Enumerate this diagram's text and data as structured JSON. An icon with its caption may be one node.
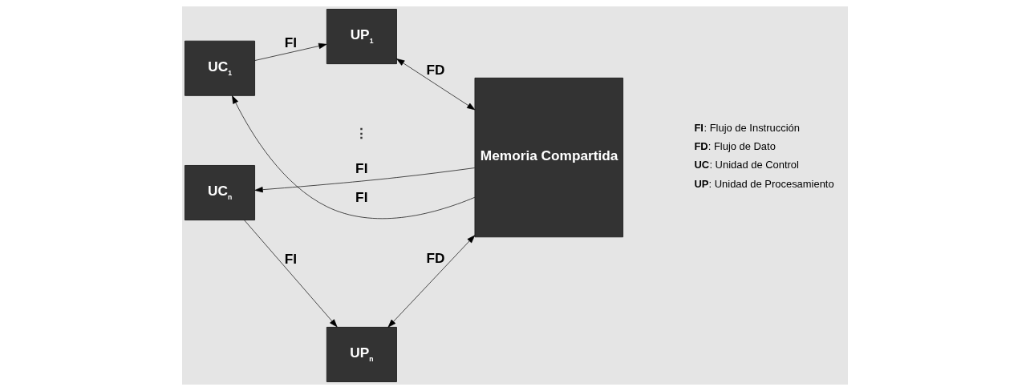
{
  "diagram": {
    "nodes": [
      {
        "text": [
          "UC$_{1}$"
        ]
      },
      {
        "text": [
          "UP$_{1}$"
        ]
      },
      {
        "text": [
          "Memoria Compartida"
        ]
      },
      {
        "text": [
          "UC$_{n}$"
        ]
      },
      {
        "text": [
          "UP$_{n}$"
        ]
      }
    ],
    "edges": [
      {
        "from": 2,
        "to": 0,
        "arrow": "to",
        "label": "FI"
      },
      {
        "from": 0,
        "to": 1,
        "arrow": "to",
        "label": "FI"
      },
      {
        "from": 1,
        "to": 2,
        "arrow": "both",
        "label": "FD"
      },
      {
        "from": 3,
        "to": 4,
        "arrow": "to",
        "label": "FI"
      },
      {
        "from": 4,
        "to": 2,
        "arrow": "both",
        "label": "FD"
      },
      {
        "from": 2,
        "to": 3,
        "arrow": "to",
        "label": "FI"
      }
    ],
    "labels": [
      "⋮",
      "**FI**: Flujo de Instrucción",
      "**FD**: Flujo de Dato",
      "**UC**: Unidad de Control",
      "**UP**: Unidad de Procesamiento"
    ]
  }
}
